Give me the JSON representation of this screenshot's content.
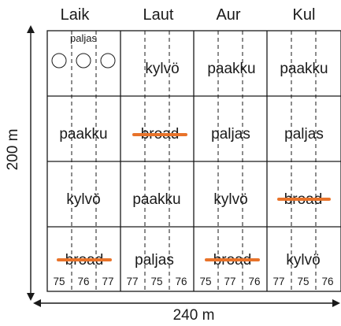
{
  "columns": [
    "Laik",
    "Laut",
    "Aur",
    "Kul"
  ],
  "plots": [
    [
      {
        "label": "paljas",
        "circles": 3
      },
      {
        "label": "kylvö"
      },
      {
        "label": "paakku"
      },
      {
        "label": "paakku"
      }
    ],
    [
      {
        "label": "paakku"
      },
      {
        "label": "broad",
        "struck": true
      },
      {
        "label": "paljas"
      },
      {
        "label": "paljas"
      }
    ],
    [
      {
        "label": "kylvö"
      },
      {
        "label": "paakku"
      },
      {
        "label": "kylvö"
      },
      {
        "label": "broad",
        "struck": true
      }
    ],
    [
      {
        "label": "broad",
        "struck": true
      },
      {
        "label": "paljas"
      },
      {
        "label": "broad",
        "struck": true
      },
      {
        "label": "kylvö"
      }
    ]
  ],
  "strip_numbers": [
    [
      "75",
      "76",
      "77"
    ],
    [
      "77",
      "75",
      "76"
    ],
    [
      "75",
      "77",
      "76"
    ],
    [
      "77",
      "75",
      "76"
    ]
  ],
  "dimension_vertical": "200 m",
  "dimension_horizontal": "240 m",
  "colors": {
    "strike": "#e8732a",
    "line": "#1a1a1a"
  }
}
